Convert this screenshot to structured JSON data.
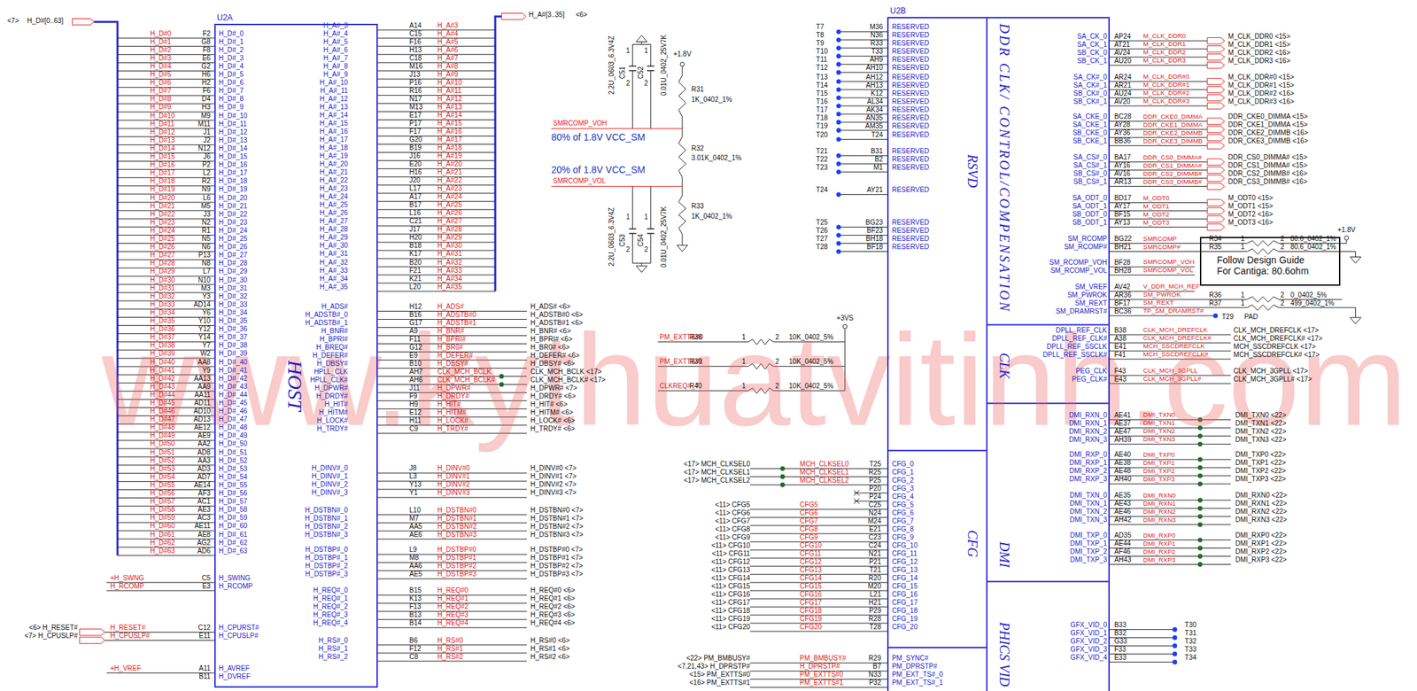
{
  "diagram": {
    "nodes": [
      {
        "text": [
          "U2A",
          "HOST"
        ]
      },
      {
        "text": [
          "U2B",
          "RSVD",
          "DDR CLK/ CONTROL/COMPENSATION",
          "CLK",
          "DMI",
          "CFG",
          "PHICS VID"
        ]
      },
      {
        "text": [
          "Follow Design Guide For Cantiga: 80.6ohm"
        ]
      }
    ],
    "labels": [
      "H_D#0",
      "H_D#1",
      "H_D#2",
      "H_D#3",
      "H_D#4",
      "H_D#5",
      "H_D#6",
      "H_D#7",
      "H_D#8",
      "H_D#9",
      "H_D#10",
      "H_D#11",
      "H_D#12",
      "H_D#13",
      "H_D#14",
      "H_D#15",
      "H_D#16",
      "H_D#17",
      "H_D#18",
      "H_D#19",
      "H_D#20",
      "H_D#21",
      "H_D#22",
      "H_D#23",
      "H_D#24",
      "H_D#25",
      "H_D#26",
      "H_D#27",
      "H_D#28",
      "H_D#29",
      "H_D#30",
      "H_D#31",
      "H_D#32",
      "H_D#33",
      "H_D#34",
      "H_D#35",
      "H_D#36",
      "H_D#37",
      "H_D#38",
      "H_D#39",
      "H_D#40",
      "H_D#41",
      "H_D#42",
      "H_D#43",
      "H_D#44",
      "H_D#45",
      "H_D#46",
      "H_D#47",
      "H_D#48",
      "H_D#49",
      "H_D#50",
      "H_D#51",
      "H_D#52",
      "H_D#53",
      "H_D#54",
      "H_D#55",
      "H_D#56",
      "H_D#57",
      "H_D#58",
      "H_D#59",
      "H_D#60",
      "H_D#61",
      "H_D#62",
      "H_D#63",
      "F2",
      "G8",
      "F8",
      "E6",
      "G2",
      "H6",
      "H2",
      "F6",
      "D4",
      "H3",
      "M9",
      "M11",
      "J1",
      "J2",
      "N12",
      "J6",
      "P2",
      "L2",
      "R2",
      "N9",
      "L6",
      "M5",
      "J3",
      "N2",
      "R1",
      "N5",
      "N6",
      "P13",
      "N8",
      "L7",
      "N10",
      "M3",
      "Y3",
      "AD14",
      "Y6",
      "Y10",
      "Y12",
      "Y14",
      "Y7",
      "W2",
      "AA8",
      "Y9",
      "AA13",
      "AA9",
      "AA11",
      "AD11",
      "AD10",
      "AD13",
      "AE12",
      "AE9",
      "AA2",
      "AD8",
      "AA3",
      "AD3",
      "AD7",
      "AE14",
      "AF3",
      "AC1",
      "AE3",
      "AC3",
      "AE11",
      "AE8",
      "AG2",
      "AD6",
      "H_D#_0",
      "H_D#_1",
      "H_D#_2",
      "H_D#_3",
      "H_D#_4",
      "H_D#_5",
      "H_D#_6",
      "H_D#_7",
      "H_D#_8",
      "H_D#_9",
      "H_D#_10",
      "H_D#_11",
      "H_D#_12",
      "H_D#_13",
      "H_D#_14",
      "H_D#_15",
      "H_D#_16",
      "H_D#_17",
      "H_D#_18",
      "H_D#_19",
      "H_D#_20",
      "H_D#_21",
      "H_D#_22",
      "H_D#_23",
      "H_D#_24",
      "H_D#_25",
      "H_D#_26",
      "H_D#_27",
      "H_D#_28",
      "H_D#_29",
      "H_D#_30",
      "H_D#_31",
      "H_D#_32",
      "H_D#_33",
      "H_D#_34",
      "H_D#_35",
      "H_D#_36",
      "H_D#_37",
      "H_D#_38",
      "H_D#_39",
      "H_D#_40",
      "H_D#_41",
      "H_D#_42",
      "H_D#_43",
      "H_D#_44",
      "H_D#_45",
      "H_D#_46",
      "H_D#_47",
      "H_D#_48",
      "H_D#_49",
      "H_D#_50",
      "H_D#_51",
      "H_D#_52",
      "H_D#_53",
      "H_D#_54",
      "H_D#_55",
      "H_D#_56",
      "H_D#_57",
      "H_D#_58",
      "H_D#_59",
      "H_D#_60",
      "H_D#_61",
      "H_D#_62",
      "H_D#_63",
      "<7>",
      "H_D#[0..63]",
      "H_A#_3",
      "H_A#_4",
      "H_A#_5",
      "H_A#_6",
      "H_A#_7",
      "H_A#_8",
      "H_A#_9",
      "H_A#_10",
      "H_A#_11",
      "H_A#_12",
      "H_A#_13",
      "H_A#_14",
      "H_A#_15",
      "H_A#_16",
      "H_A#_17",
      "H_A#_18",
      "H_A#_19",
      "H_A#_20",
      "H_A#_21",
      "H_A#_22",
      "H_A#_23",
      "H_A#_24",
      "H_A#_25",
      "H_A#_26",
      "H_A#_27",
      "H_A#_28",
      "H_A#_29",
      "H_A#_30",
      "H_A#_31",
      "H_A#_32",
      "H_A#_33",
      "H_A#_34",
      "H_A#_35",
      "A14",
      "C15",
      "F16",
      "H13",
      "C18",
      "M16",
      "J13",
      "P16",
      "R16",
      "N17",
      "M13",
      "E17",
      "P17",
      "F17",
      "G20",
      "B19",
      "J16",
      "E20",
      "H16",
      "J20",
      "L17",
      "A17",
      "B17",
      "L16",
      "C21",
      "J17",
      "H20",
      "B18",
      "K17",
      "B20",
      "F21",
      "K21",
      "L20",
      "H_A#3",
      "H_A#4",
      "H_A#5",
      "H_A#6",
      "H_A#7",
      "H_A#8",
      "H_A#9",
      "H_A#10",
      "H_A#11",
      "H_A#12",
      "H_A#13",
      "H_A#14",
      "H_A#15",
      "H_A#16",
      "H_A#17",
      "H_A#18",
      "H_A#19",
      "H_A#20",
      "H_A#21",
      "H_A#22",
      "H_A#23",
      "H_A#24",
      "H_A#25",
      "H_A#26",
      "H_A#27",
      "H_A#28",
      "H_A#29",
      "H_A#30",
      "H_A#31",
      "H_A#32",
      "H_A#33",
      "H_A#34",
      "H_A#35",
      "H_A#[3..35]",
      "<6>",
      "H_ADS#",
      "H_ADSTB#_0",
      "H_ADSTB#_1",
      "H_BNR#",
      "H_BPRI#",
      "H_BREQ#",
      "H_DEFER#",
      "H_DBSY#",
      "HPLL_CLK",
      "HPLL_CLK#",
      "H_DPWR#",
      "H_DRDY#",
      "H_HIT#",
      "H_HITM#",
      "H_LOCK#",
      "H_TRDY#",
      "H_DINV#_0",
      "H_DINV#_1",
      "H_DINV#_2",
      "H_DINV#_3",
      "H_DSTBN#_0",
      "H_DSTBN#_1",
      "H_DSTBN#_2",
      "H_DSTBN#_3",
      "H_DSTBP#_0",
      "H_DSTBP#_1",
      "H_DSTBP#_2",
      "H_DSTBP#_3",
      "H_REQ#_0",
      "H_REQ#_1",
      "H_REQ#_2",
      "H_REQ#_3",
      "H_REQ#_4",
      "H_RS#_0",
      "H_RS#_1",
      "H_RS#_2",
      "H12",
      "B16",
      "G17",
      "A9",
      "F11",
      "G12",
      "E9",
      "B10",
      "AH7",
      "AH6",
      "J11",
      "F9",
      "H9",
      "E12",
      "H11",
      "C9",
      "J8",
      "L3",
      "Y13",
      "Y1",
      "L10",
      "M7",
      "AA5",
      "AE6",
      "L9",
      "M8",
      "AA6",
      "AE5",
      "B15",
      "K13",
      "F13",
      "B13",
      "B14",
      "B6",
      "F12",
      "C8",
      "H_ADS#",
      "H_ADSTB#0",
      "H_ADSTB#1",
      "H_BNR#",
      "H_BPRI#",
      "H_BR0#",
      "H_DEFER#",
      "H_DBSY#",
      "CLK_MCH_BCLK",
      "CLK_MCH_BCLK#",
      "H_DPWR#",
      "H_DRDY#",
      "H_HIT#",
      "H_HITM#",
      "H_LOCK#",
      "H_TRDY#",
      "H_DINV#0",
      "H_DINV#1",
      "H_DINV#2",
      "H_DINV#3",
      "H_DSTBN#0",
      "H_DSTBN#1",
      "H_DSTBN#2",
      "H_DSTBN#3",
      "H_DSTBP#0",
      "H_DSTBP#1",
      "H_DSTBP#2",
      "H_DSTBP#3",
      "H_REQ#0",
      "H_REQ#1",
      "H_REQ#2",
      "H_REQ#3",
      "H_REQ#4",
      "H_RS#0",
      "H_RS#1",
      "H_RS#2",
      "H_ADS# <6>",
      "H_ADSTB#0 <6>",
      "H_ADSTB#1 <6>",
      "H_BNR# <6>",
      "H_BPRI# <6>",
      "H_BR0# <6>",
      "H_DEFER# <6>",
      "H_DBSY# <6>",
      "CLK_MCH_BCLK <17>",
      "CLK_MCH_BCLK# <17>",
      "H_DPWR# <7>",
      "H_DRDY# <6>",
      "H_HIT# <6>",
      "H_HITM# <6>",
      "H_LOCK# <6>",
      "H_TRDY# <6>",
      "H_DINV#0 <7>",
      "H_DINV#1 <7>",
      "H_DINV#2 <7>",
      "H_DINV#3 <7>",
      "H_DSTBN#0 <7>",
      "H_DSTBN#1 <7>",
      "H_DSTBN#2 <7>",
      "H_DSTBN#3 <7>",
      "H_DSTBP#0 <7>",
      "H_DSTBP#1 <7>",
      "H_DSTBP#2 <7>",
      "H_DSTBP#3 <7>",
      "H_REQ#0 <6>",
      "H_REQ#1 <6>",
      "H_REQ#2 <6>",
      "H_REQ#3 <6>",
      "H_REQ#4 <6>",
      "H_RS#0 <6>",
      "H_RS#1 <6>",
      "H_RS#2 <6>",
      "H_SWING",
      "H_RCOMP",
      "H_CPURST#",
      "H_CPUSLP#",
      "H_AVREF",
      "H_DVREF",
      "C5",
      "E3",
      "C12",
      "E11",
      "A11",
      "B11",
      "+H_SWNG",
      "H_RCOMP",
      "H_RESET#",
      "H_CPUSLP#",
      "+H_VREF",
      "<6> H_RESET#",
      "<7> H_CPUSLP#",
      "2.2U_0603_6.3V4Z",
      "C51",
      "1",
      "2",
      "C52",
      "1",
      "2",
      "0.01U_0402_25V7K",
      "+1.8V",
      "R31",
      "1K_0402_1%",
      "SMRCOMP_VOH",
      "80% of 1.8V VCC_SM",
      "R32",
      "3.01K_0402_1%",
      "20% of 1.8V VCC_SM",
      "SMRCOMP_VOL",
      "2.2U_0603_6.3V4Z",
      "C53",
      "1",
      "2",
      "C54",
      "1",
      "2",
      "0.01U_0402_25V7K",
      "R33",
      "1K_0402_1%",
      "+3VS",
      "PM_EXTTS#0",
      "R38",
      "1",
      "2",
      "10K_0402_5%",
      "PM_EXTTS#1",
      "R39",
      "1",
      "2",
      "10K_0402_5%",
      "CLKREQ#_7",
      "R40",
      "1",
      "2",
      "10K_0402_5%",
      "<17> MCH_CLKSEL0",
      "<17> MCH_CLKSEL1",
      "<17> MCH_CLKSEL2",
      "MCH_CLKSEL0",
      "MCH_CLKSEL1",
      "MCH_CLKSEL2",
      "<11> CFG5",
      "<11> CFG6",
      "<11> CFG7",
      "<11> CFG8",
      "<11> CFG9",
      "<11> CFG10",
      "<11> CFG11",
      "<11> CFG12",
      "<11> CFG13",
      "<11> CFG14",
      "<11> CFG15",
      "<11> CFG16",
      "<11> CFG17",
      "<11> CFG18",
      "<11> CFG19",
      "<11> CFG20",
      "CFG5",
      "CFG6",
      "CFG7",
      "CFG8",
      "CFG9",
      "CFG10",
      "CFG11",
      "CFG12",
      "CFG13",
      "CFG14",
      "CFG15",
      "CFG16",
      "CFG17",
      "CFG18",
      "CFG19",
      "CFG20",
      "T25",
      "R25",
      "P25",
      "P20",
      "P24",
      "C25",
      "N24",
      "M24",
      "E21",
      "C23",
      "C24",
      "N21",
      "P21",
      "T21",
      "R20",
      "M20",
      "L21",
      "H21",
      "P29",
      "R28",
      "T28",
      "CFG_0",
      "CFG_1",
      "CFG_2",
      "CFG_3",
      "CFG_4",
      "CFG_5",
      "CFG_6",
      "CFG_7",
      "CFG_8",
      "CFG_9",
      "CFG_10",
      "CFG_11",
      "CFG_12",
      "CFG_13",
      "CFG_14",
      "CFG_15",
      "CFG_16",
      "CFG_17",
      "CFG_18",
      "CFG_19",
      "CFG_20",
      "<22> PM_BMBUSY#",
      "<7,21,43> H_DPRSTP#",
      "<15> PM_EXTTS#0",
      "<16> PM_EXTTS#1",
      "PM_BMBUSY#",
      "H_DPRSTP#",
      "PM_EXTTS#0",
      "PM_EXTTS#1",
      "R29",
      "B7",
      "N33",
      "P32",
      "PM_SYNC#",
      "PM_DPRSTP#",
      "PM_EXT_TS#_0",
      "PM_EXT_TS#_1",
      "T7",
      "T8",
      "T9",
      "T10",
      "T11",
      "T12",
      "T13",
      "T14",
      "T15",
      "T16",
      "T17",
      "T18",
      "T19",
      "T20",
      "T21",
      "T22",
      "T23",
      "T24",
      "T25",
      "T26",
      "T27",
      "T28",
      "M36",
      "N36",
      "R33",
      "T33",
      "AH9",
      "AH10",
      "AH12",
      "AH13",
      "K12",
      "AL34",
      "AK34",
      "AN35",
      "AM35",
      "T24",
      "B31",
      "B2",
      "M1",
      "AY21",
      "BG23",
      "BF23",
      "BH18",
      "BF18",
      "RESERVED",
      "RESERVED",
      "RESERVED",
      "RESERVED",
      "RESERVED",
      "RESERVED",
      "RESERVED",
      "RESERVED",
      "RESERVED",
      "RESERVED",
      "RESERVED",
      "RESERVED",
      "RESERVED",
      "RESERVED",
      "RESERVED",
      "RESERVED",
      "RESERVED",
      "RESERVED",
      "RESERVED",
      "RESERVED",
      "RESERVED",
      "RESERVED",
      "SA_CK_0",
      "SA_CK_1",
      "SB_CK_0",
      "SB_CK_1",
      "SA_CK#_0",
      "SA_CK#_1",
      "SB_CK#_0",
      "SB_CK#_1",
      "SA_CKE_0",
      "SA_CKE_1",
      "SB_CKE_0",
      "SB_CKE_1",
      "SA_CS#_0",
      "SA_CS#_1",
      "SB_CS#_0",
      "SB_CS#_1",
      "SA_ODT_0",
      "SA_ODT_1",
      "SB_ODT_0",
      "SB_ODT_1",
      "SM_RCOMP",
      "SM_RCOMP#",
      "SM_RCOMP_VOH",
      "SM_RCOMP_VOL",
      "SM_VREF",
      "SM_PWROK",
      "SM_REXT",
      "SM_DRAMRST#",
      "DPLL_REF_CLK",
      "DPLL_REF_CLK#",
      "DPLL_REF_SSCLK",
      "DPLL_REF_SSCLK#",
      "PEG_CLK",
      "PEG_CLK#",
      "DMI_RXN_0",
      "DMI_RXN_1",
      "DMI_RXN_2",
      "DMI_RXN_3",
      "DMI_RXP_0",
      "DMI_RXP_1",
      "DMI_RXP_2",
      "DMI_RXP_3",
      "DMI_TXN_0",
      "DMI_TXN_1",
      "DMI_TXN_2",
      "DMI_TXN_3",
      "DMI_TXP_0",
      "DMI_TXP_1",
      "DMI_TXP_2",
      "DMI_TXP_3",
      "GFX_VID_0",
      "GFX_VID_1",
      "GFX_VID_2",
      "GFX_VID_3",
      "GFX_VID_4",
      "AP24",
      "AT21",
      "AV24",
      "AU20",
      "AR24",
      "AR21",
      "AU24",
      "AV20",
      "BC28",
      "AY28",
      "AY36",
      "BB36",
      "BA17",
      "AY16",
      "AV16",
      "AR13",
      "BD17",
      "AY17",
      "BF15",
      "AY13",
      "BG22",
      "BH21",
      "BF28",
      "BH28",
      "AV42",
      "AR36",
      "BF17",
      "BC36",
      "B38",
      "A38",
      "E41",
      "F41",
      "F43",
      "E43",
      "AE41",
      "AE37",
      "AE47",
      "AH39",
      "AE40",
      "AE38",
      "AE48",
      "AH40",
      "AE35",
      "AE43",
      "AE46",
      "AH42",
      "AD35",
      "AE44",
      "AF46",
      "AH43",
      "B33",
      "B32",
      "G33",
      "F33",
      "E33",
      "M_CLK_DDR0",
      "M_CLK_DDR1",
      "M_CLK_DDR2",
      "M_CLK_DDR3",
      "M_CLK_DDR#0",
      "M_CLK_DDR#1",
      "M_CLK_DDR#2",
      "M_CLK_DDR#3",
      "DDR_CKE0_DIMMA",
      "DDR_CKE1_DIMMA",
      "DDR_CKE2_DIMMB",
      "DDR_CKE3_DIMMB",
      "DDR_CS0_DIMMA#",
      "DDR_CS1_DIMMA#",
      "DDR_CS2_DIMMB#",
      "DDR_CS3_DIMMB#",
      "M_ODT0",
      "M_ODT1",
      "M_ODT2",
      "M_ODT3",
      "SMRCOMP",
      "SMRCOMP#",
      "SMRCOMP_VOH",
      "SMRCOMP_VOL",
      "V_DDR_MCH_REF",
      "SM_PWROK",
      "SM_REXT",
      "TP_SM_DRAMRST#",
      "CLK_MCH_DREFCLK",
      "CLK_MCH_DREFCLK#",
      "MCH_SSCDREFCLK",
      "MCH_SSCDREFCLK#",
      "CLK_MCH_3GPLL",
      "CLK_MCH_3GPLL#",
      "DMI_TXN0",
      "DMI_TXN1",
      "DMI_TXN2",
      "DMI_TXN3",
      "DMI_TXP0",
      "DMI_TXP1",
      "DMI_TXP2",
      "DMI_TXP3",
      "DMI_RXN0",
      "DMI_RXN1",
      "DMI_RXN2",
      "DMI_RXN3",
      "DMI_RXP0",
      "DMI_RXP1",
      "DMI_RXP2",
      "DMI_RXP3",
      "M_CLK_DDR0 <15>",
      "M_CLK_DDR1 <15>",
      "M_CLK_DDR2 <16>",
      "M_CLK_DDR3 <16>",
      "M_CLK_DDR#0 <15>",
      "M_CLK_DDR#1 <15>",
      "M_CLK_DDR#2 <16>",
      "M_CLK_DDR#3 <16>",
      "DDR_CKE0_DIMMA <15>",
      "DDR_CKE1_DIMMA <15>",
      "DDR_CKE2_DIMMB <16>",
      "DDR_CKE3_DIMMB <16>",
      "DDR_CS0_DIMMA# <15>",
      "DDR_CS1_DIMMA# <15>",
      "DDR_CS2_DIMMB# <16>",
      "DDR_CS3_DIMMB# <16>",
      "M_ODT0 <15>",
      "M_ODT1 <15>",
      "M_ODT2 <16>",
      "M_ODT3 <16>",
      "CLK_MCH_DREFCLK <17>",
      "CLK_MCH_DREFCLK# <17>",
      "MCH_SSCDREFCLK <17>",
      "MCH_SSCDREFCLK# <17>",
      "CLK_MCH_3GPLL <17>",
      "CLK_MCH_3GPLL# <17>",
      "DMI_TXN0 <22>",
      "DMI_TXN1 <22>",
      "DMI_TXN2 <22>",
      "DMI_TXN3 <22>",
      "DMI_TXP0 <22>",
      "DMI_TXP1 <22>",
      "DMI_TXP2 <22>",
      "DMI_TXP3 <22>",
      "DMI_RXN0 <22>",
      "DMI_RXN1 <22>",
      "DMI_RXN2 <22>",
      "DMI_RXN3 <22>",
      "DMI_RXP0 <22>",
      "DMI_RXP1 <22>",
      "DMI_RXP2 <22>",
      "DMI_RXP3 <22>",
      "T30",
      "T31",
      "T32",
      "T33",
      "T34",
      "+1.8V",
      "R34",
      "1",
      "2",
      "80.6_0402_1%",
      "R35",
      "1",
      "2",
      "80.6_0402_1%",
      "R36",
      "1",
      "2",
      "0_0402_5%",
      "R37",
      "1",
      "2",
      "499_0402_1%",
      "T29",
      "PAD",
      "www.kythuatvitinh.com"
    ]
  }
}
